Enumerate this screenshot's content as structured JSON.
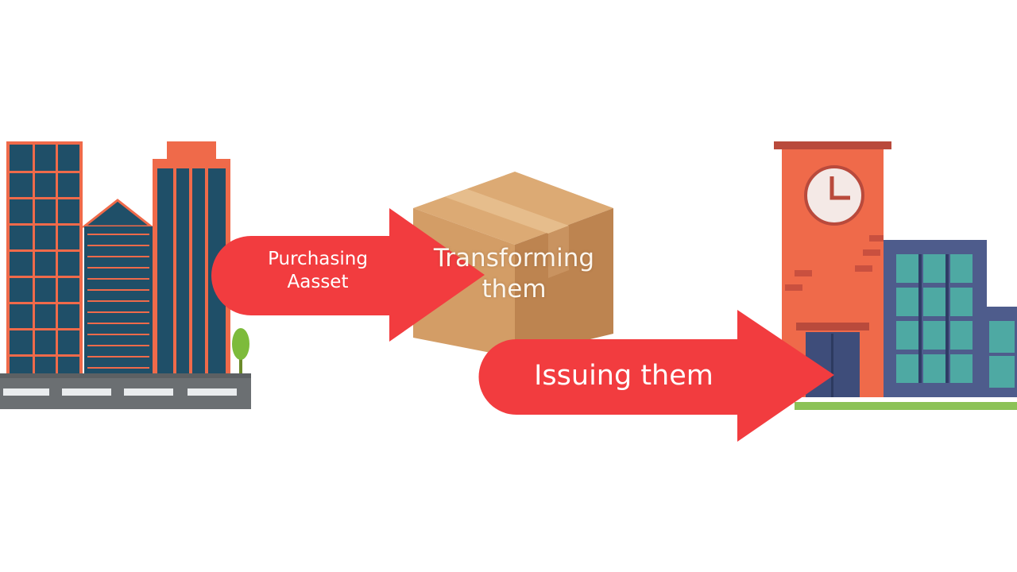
{
  "colors": {
    "arrow_red": "#f23c3f",
    "building_teal": "#1f4f68",
    "building_orange": "#ef6a4a",
    "box_brown": "#cf9a62",
    "school_blue": "#4e5c8c",
    "window_teal": "#4ea9a3",
    "road_gray": "#6b6f72",
    "tree_green": "#7dbb3b",
    "ground_green": "#8cc257"
  },
  "icons": {
    "left": "city-buildings-icon",
    "middle": "cardboard-box-icon",
    "right": "school-building-icon",
    "clock": "clock-icon"
  },
  "steps": [
    {
      "lines": [
        "Purchasing",
        "Aasset"
      ]
    },
    {
      "lines": [
        "Transforming",
        "them"
      ]
    },
    {
      "lines": [
        "Issuing them"
      ]
    }
  ]
}
